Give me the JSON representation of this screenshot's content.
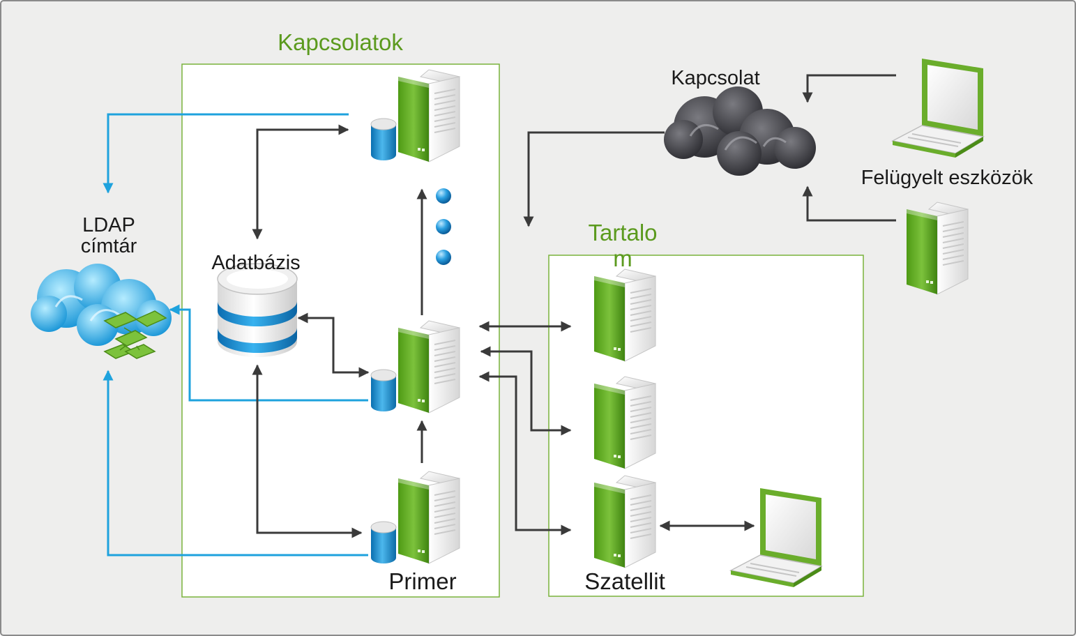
{
  "labels": {
    "connections_box": "Kapcsolatok",
    "content_box_line1": "Tartalo",
    "content_box_line2": "m",
    "ldap_line1": "LDAP",
    "ldap_line2": "címtár",
    "database": "Adatbázis",
    "primary": "Primer",
    "satellite": "Szatellit",
    "cloud": "Kapcsolat",
    "managed_devices": "Felügyelt eszközök"
  },
  "colors": {
    "canvas_bg": "#eeeeed",
    "box_border": "#78b23b",
    "box_title": "#5b9a1e",
    "arrow_dark": "#3a3a3a",
    "arrow_blue": "#1ea2dd",
    "server_green": "#5ea51f",
    "server_body": "#f3f3f3"
  }
}
